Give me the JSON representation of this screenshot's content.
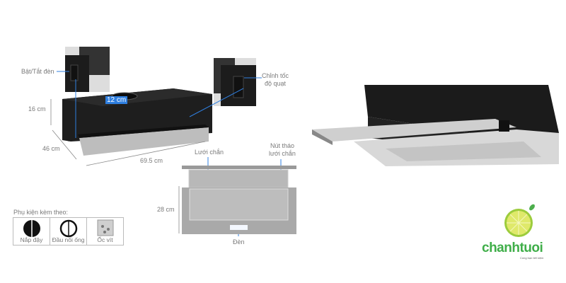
{
  "labels": {
    "light_switch": "Bật/Tắt đèn",
    "fan_speed_line1": "Chỉnh tốc",
    "fan_speed_line2": "độ quạt",
    "height": "16 cm",
    "depth": "46 cm",
    "width": "69.5 cm",
    "duct": "12 cm",
    "filter": "Lưới chắn",
    "filter_release_line1": "Nút tháo",
    "filter_release_line2": "lưới chắn",
    "extended_height": "28 cm",
    "lamp": "Đèn"
  },
  "accessories": {
    "title": "Phụ kiện kèm theo:",
    "items": [
      {
        "label": "Nắp đậy",
        "icon": "cover-cap-icon"
      },
      {
        "label": "Đầu nối ống",
        "icon": "pipe-connector-icon"
      },
      {
        "label": "Ốc vít",
        "icon": "screws-bag-icon"
      }
    ]
  },
  "logo": {
    "word": "chanhtuoi",
    "tagline": "Cùng bạn tiết kiệm"
  },
  "colors": {
    "accent_blue": "#2f7fe0",
    "logo_green": "#3fae49",
    "lime": "#c8dc3c"
  }
}
